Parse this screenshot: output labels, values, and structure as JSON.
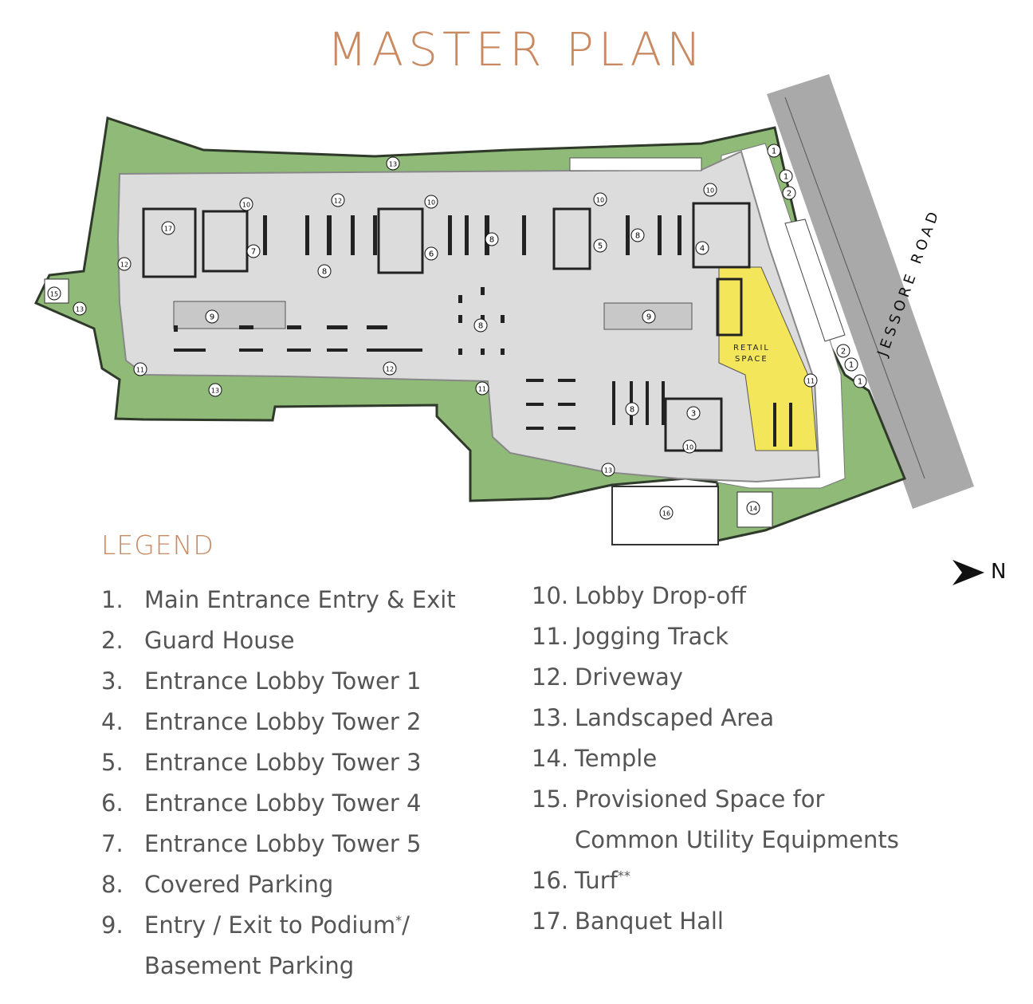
{
  "title": "MASTER PLAN",
  "colors": {
    "title": "#c98a62",
    "landscape": "#8fba78",
    "plaza": "#dcdcdc",
    "retail": "#f3e65a",
    "road": "#a9a9a9"
  },
  "plan": {
    "road_label": "JESSORE ROAD",
    "retail_label_line1": "RETAIL",
    "retail_label_line2": "SPACE",
    "markers": [
      "1",
      "1",
      "2",
      "1",
      "1",
      "2",
      "3",
      "4",
      "5",
      "6",
      "7",
      "8",
      "8",
      "8",
      "8",
      "8",
      "9",
      "9",
      "10",
      "10",
      "10",
      "10",
      "10",
      "11",
      "11",
      "11",
      "12",
      "12",
      "12",
      "13",
      "13",
      "13",
      "13",
      "14",
      "15",
      "16",
      "17"
    ]
  },
  "north": {
    "icon": "north-arrow-icon",
    "label": "N"
  },
  "legend": {
    "title": "LEGEND",
    "left": [
      {
        "num": "1.",
        "text": "Main Entrance Entry & Exit"
      },
      {
        "num": "2.",
        "text": "Guard House"
      },
      {
        "num": "3.",
        "text": "Entrance Lobby Tower 1"
      },
      {
        "num": "4.",
        "text": "Entrance Lobby Tower 2"
      },
      {
        "num": "5.",
        "text": "Entrance Lobby Tower 3"
      },
      {
        "num": "6.",
        "text": "Entrance Lobby Tower 4"
      },
      {
        "num": "7.",
        "text": "Entrance Lobby Tower 5"
      },
      {
        "num": "8.",
        "text": "Covered Parking"
      },
      {
        "num": "9.",
        "text": "Entry / Exit to Podium",
        "sup": "*",
        "after": "/",
        "line2": "Basement Parking"
      }
    ],
    "right": [
      {
        "num": "10.",
        "text": "Lobby Drop-off"
      },
      {
        "num": "11.",
        "text": "Jogging Track"
      },
      {
        "num": "12.",
        "text": "Driveway"
      },
      {
        "num": "13.",
        "text": "Landscaped Area"
      },
      {
        "num": "14.",
        "text": "Temple"
      },
      {
        "num": "15.",
        "text": "Provisioned Space for",
        "line2": "Common Utility Equipments"
      },
      {
        "num": "16.",
        "text": "Turf",
        "sup": "**"
      },
      {
        "num": "17.",
        "text": "Banquet Hall"
      }
    ]
  }
}
